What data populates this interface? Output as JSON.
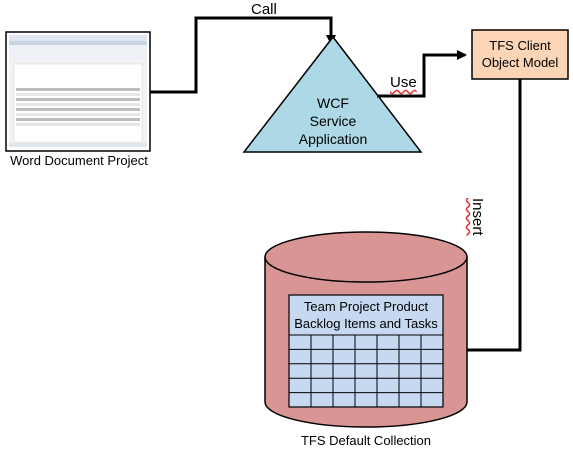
{
  "edges": {
    "call_label": "Call",
    "use_label": "Use",
    "insert_label": "Insert"
  },
  "nodes": {
    "word_document": {
      "caption": "Word Document Project"
    },
    "wcf_service": {
      "line1": "WCF",
      "line2": "Service",
      "line3": "Application",
      "fill": "#add8e6"
    },
    "tfs_client": {
      "line1": "TFS Client",
      "line2": "Object Model",
      "fill": "#fbd5b5"
    },
    "tfs_collection": {
      "caption": "TFS Default Collection",
      "fill": "#d99594",
      "table_title_line1": "Team Project Product",
      "table_title_line2": "Backlog Items and Tasks",
      "table_fill": "#c6d9f1"
    }
  }
}
